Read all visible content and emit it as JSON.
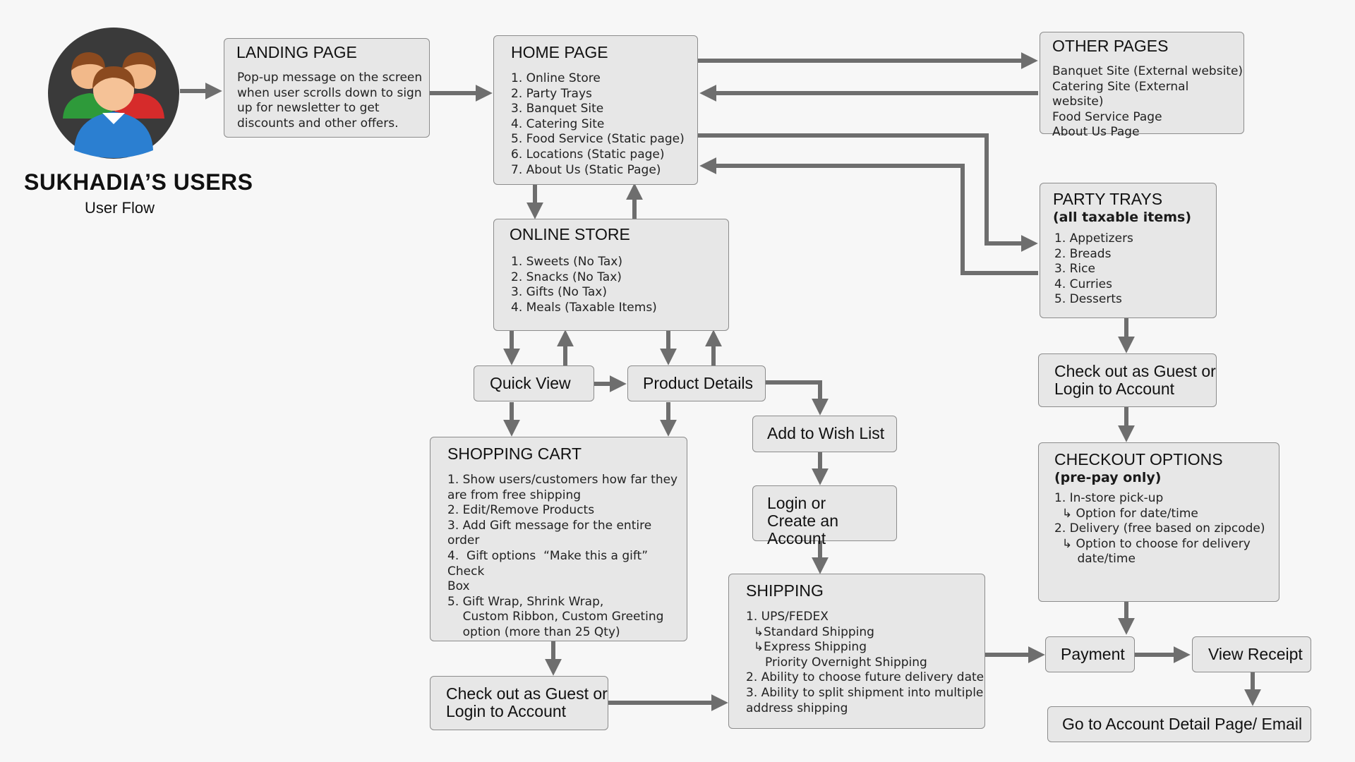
{
  "header": {
    "title": "SUKHADIA’S USERS",
    "subtitle": "User Flow"
  },
  "landing": {
    "title": "LANDING PAGE",
    "body": "Pop-up message on the screen\nwhen user scrolls down to sign\nup for newsletter to get\ndiscounts and other offers."
  },
  "home": {
    "title": "HOME PAGE",
    "body": "1. Online Store\n2. Party Trays\n3. Banquet Site\n4. Catering Site\n5. Food Service (Static page)\n6. Locations (Static page)\n7. About Us (Static Page)"
  },
  "other": {
    "title": "OTHER PAGES",
    "body": "Banquet Site (External website)\nCatering Site (External website)\nFood Service Page\nAbout Us Page"
  },
  "store": {
    "title": "ONLINE STORE",
    "body": "1. Sweets (No Tax)\n2. Snacks (No Tax)\n3. Gifts (No Tax)\n4. Meals (Taxable Items)"
  },
  "trays": {
    "title": "PARTY TRAYS",
    "subtitle": "(all taxable items)",
    "body": "1. Appetizers\n2. Breads\n3. Rice\n4. Curries\n5. Desserts"
  },
  "quick_view": "Quick View",
  "product_details": "Product Details",
  "wish_list": "Add to Wish List",
  "login_create": "Login or\nCreate an Account",
  "cart": {
    "title": "SHOPPING CART",
    "body": "1. Show users/customers how far they\nare from free shipping\n2. Edit/Remove Products\n3. Add Gift message for the entire\norder\n4.  Gift options  “Make this a gift” Check\nBox\n5. Gift Wrap, Shrink Wrap,\n    Custom Ribbon, Custom Greeting\n    option (more than 25 Qty)"
  },
  "checkout_guest_left": "Check out as Guest or\nLogin to Account",
  "checkout_guest_right": "Check out as Guest or\nLogin to Account",
  "shipping": {
    "title": "SHIPPING",
    "body": "1. UPS/FEDEX\n  ↳Standard Shipping\n  ↳Express Shipping\n     Priority Overnight Shipping\n2. Ability to choose future delivery date\n3. Ability to split shipment into multiple\naddress shipping"
  },
  "checkout_options": {
    "title": "CHECKOUT OPTIONS",
    "subtitle": "(pre-pay only)",
    "body": "1. In-store pick-up\n  ↳ Option for date/time\n2. Delivery (free based on zipcode)\n  ↳ Option to choose for delivery\n      date/time"
  },
  "payment": "Payment",
  "view_receipt": "View Receipt",
  "account_detail": "Go to Account Detail Page/ Email",
  "colors": {
    "arrow": "#6e6e6e",
    "box_fill": "#e7e7e7",
    "box_border": "#8c8c8c",
    "avatar_bg": "#3a3a3a"
  },
  "icons": [
    "users-group-icon"
  ]
}
